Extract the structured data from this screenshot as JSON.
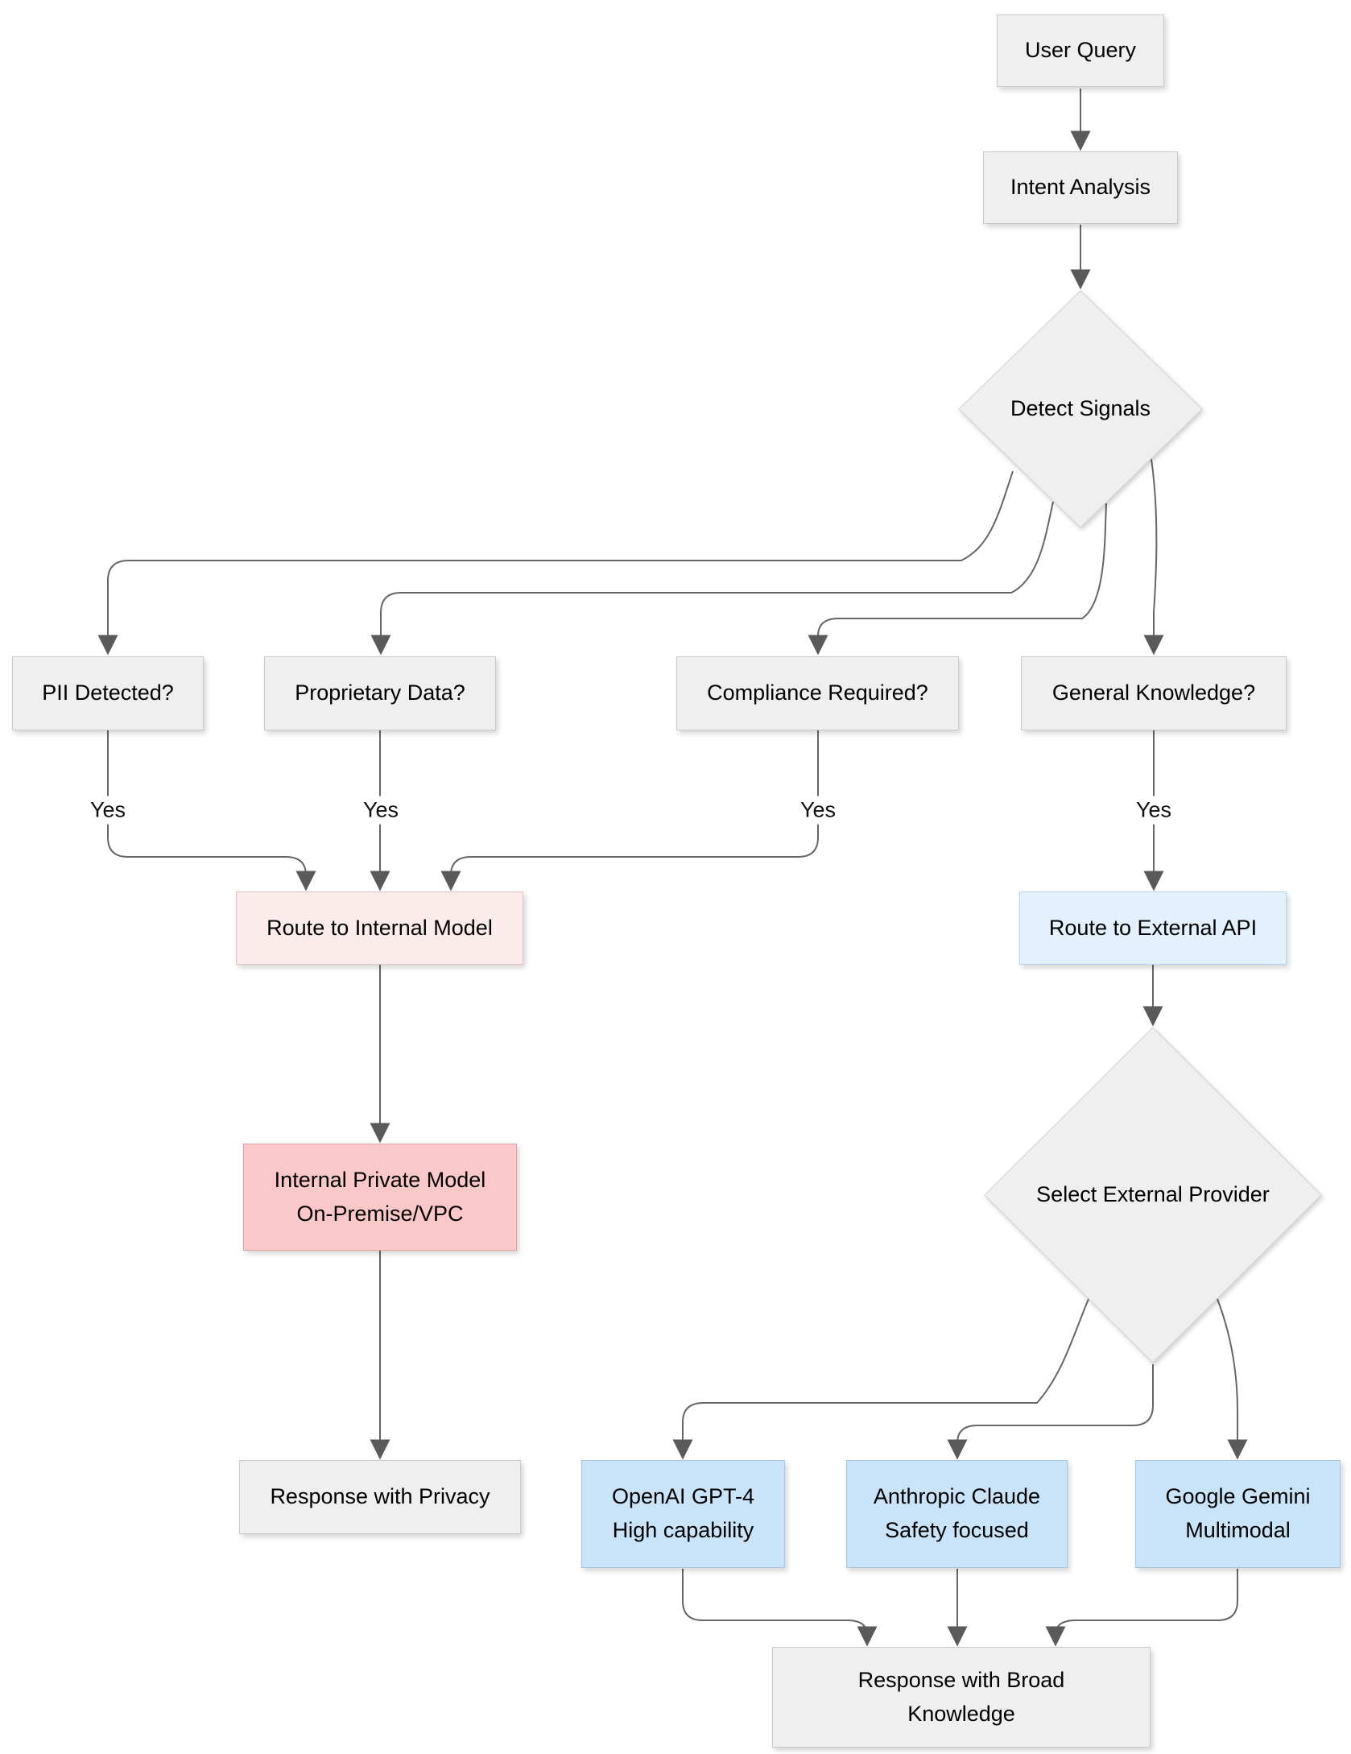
{
  "diagram": {
    "type": "flowchart",
    "background": "#ffffff"
  },
  "nodes": [
    {
      "id": "user-query",
      "lines": [
        "User Query"
      ],
      "shape": "rect",
      "style": "gray"
    },
    {
      "id": "intent-analysis",
      "lines": [
        "Intent Analysis"
      ],
      "shape": "rect",
      "style": "gray"
    },
    {
      "id": "detect-signals",
      "lines": [
        "Detect Signals"
      ],
      "shape": "diamond",
      "style": "gray"
    },
    {
      "id": "pii-detected",
      "lines": [
        "PII Detected?"
      ],
      "shape": "rect",
      "style": "gray"
    },
    {
      "id": "proprietary-data",
      "lines": [
        "Proprietary Data?"
      ],
      "shape": "rect",
      "style": "gray"
    },
    {
      "id": "compliance-required",
      "lines": [
        "Compliance Required?"
      ],
      "shape": "rect",
      "style": "gray"
    },
    {
      "id": "general-knowledge",
      "lines": [
        "General Knowledge?"
      ],
      "shape": "rect",
      "style": "gray"
    },
    {
      "id": "route-internal",
      "lines": [
        "Route to Internal Model"
      ],
      "shape": "rect",
      "style": "pink-light"
    },
    {
      "id": "route-external",
      "lines": [
        "Route to External API"
      ],
      "shape": "rect",
      "style": "blue-light"
    },
    {
      "id": "internal-private-model",
      "lines": [
        "Internal Private Model",
        "On-Premise/VPC"
      ],
      "shape": "rect",
      "style": "pink"
    },
    {
      "id": "select-external-provider",
      "lines": [
        "Select External Provider"
      ],
      "shape": "diamond",
      "style": "gray"
    },
    {
      "id": "response-privacy",
      "lines": [
        "Response with Privacy"
      ],
      "shape": "rect",
      "style": "gray"
    },
    {
      "id": "openai-gpt4",
      "lines": [
        "OpenAI GPT-4",
        "High capability"
      ],
      "shape": "rect",
      "style": "blue"
    },
    {
      "id": "anthropic-claude",
      "lines": [
        "Anthropic Claude",
        "Safety focused"
      ],
      "shape": "rect",
      "style": "blue"
    },
    {
      "id": "google-gemini",
      "lines": [
        "Google Gemini",
        "Multimodal"
      ],
      "shape": "rect",
      "style": "blue"
    },
    {
      "id": "response-broad",
      "lines": [
        "Response with Broad",
        "Knowledge"
      ],
      "shape": "rect",
      "style": "gray"
    }
  ],
  "edge_labels": [
    {
      "id": "yes-pii",
      "text": "Yes"
    },
    {
      "id": "yes-proprietary",
      "text": "Yes"
    },
    {
      "id": "yes-compliance",
      "text": "Yes"
    },
    {
      "id": "yes-general",
      "text": "Yes"
    }
  ],
  "colors": {
    "gray_fill": "#efefef",
    "gray_border": "#c9c9c9",
    "pink_light_fill": "#fcebeb",
    "pink_light_border": "#e6c3c3",
    "pink_fill": "#fac8c8",
    "pink_border": "#dfa3a3",
    "blue_light_fill": "#e2f1fd",
    "blue_light_border": "#b5d3ec",
    "blue_fill": "#c9e4f8",
    "blue_border": "#a5c6e6",
    "edge_line": "#666666",
    "arrowhead": "#5a5a5a",
    "text": "#000000"
  }
}
